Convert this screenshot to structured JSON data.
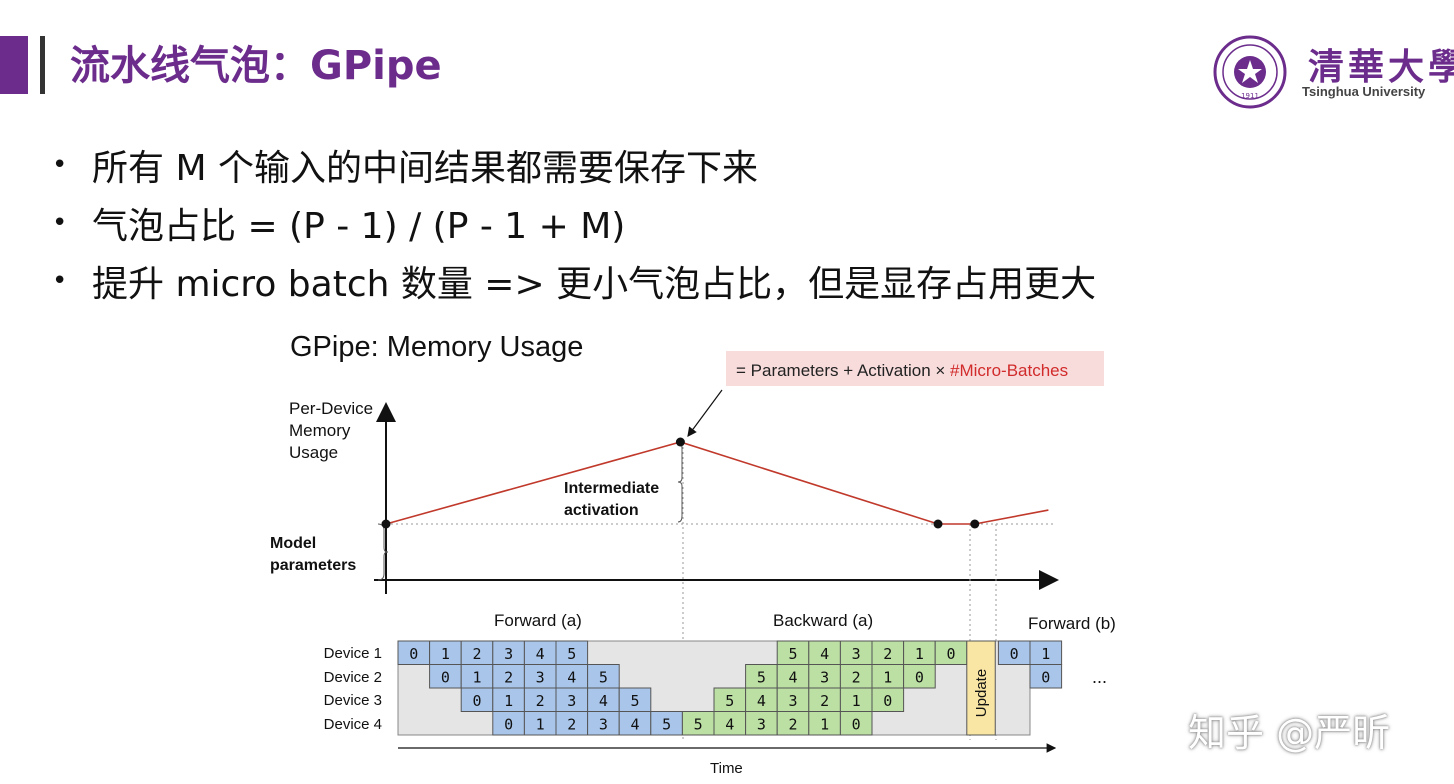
{
  "slide": {
    "title": "流水线气泡：GPipe",
    "bullets": [
      "所有 M 个输入的中间结果都需要保存下来",
      "气泡占比 = (P - 1) / (P - 1 + M)",
      "提升 micro batch 数量 => 更小气泡占比，但是显存占用更大"
    ],
    "watermark": "知乎 @严昕"
  },
  "logo": {
    "name_cn": "清華大學",
    "name_en": "Tsinghua University",
    "seal_text": "1911"
  },
  "figure": {
    "title": "GPipe: Memory Usage",
    "formula_prefix": "= Parameters + Activation × ",
    "formula_highlight": "#Micro-Batches",
    "ylabel_lines": [
      "Per-Device",
      "Memory",
      "Usage"
    ],
    "xlabel": "Time",
    "annot_model_params": [
      "Model",
      "parameters"
    ],
    "annot_activation": [
      "Intermediate",
      "activation"
    ],
    "phase_labels": [
      "Forward (a)",
      "Backward (a)",
      "Forward (b)"
    ],
    "device_labels": [
      "Device 1",
      "Device 2",
      "Device 3",
      "Device 4"
    ],
    "update_label": "Update",
    "ellipsis": "..."
  },
  "chart_data": {
    "type": "line",
    "title": "GPipe: Memory Usage",
    "ylabel": "Per-Device Memory Usage",
    "xlabel": "Time",
    "series": [
      {
        "points": [
          [
            0,
            0
          ],
          [
            8,
            1
          ],
          [
            15,
            0
          ],
          [
            16,
            0
          ],
          [
            18,
            0.17
          ]
        ]
      }
    ],
    "schedule": {
      "colors": {
        "forward": "#a9c6ea",
        "backward": "#bcdfa4",
        "update": "#f9e6a4",
        "idle": "#e5e5e5"
      },
      "rows": [
        {
          "forward": [
            "0",
            "1",
            "2",
            "3",
            "4",
            "5"
          ],
          "backward": [
            "5",
            "4",
            "3",
            "2",
            "1",
            "0"
          ],
          "next_forward": [
            "0",
            "1"
          ]
        },
        {
          "forward": [
            "0",
            "1",
            "2",
            "3",
            "4",
            "5"
          ],
          "backward": [
            "5",
            "4",
            "3",
            "2",
            "1",
            "0"
          ],
          "next_forward": [
            "0"
          ]
        },
        {
          "forward": [
            "0",
            "1",
            "2",
            "3",
            "4",
            "5"
          ],
          "backward": [
            "5",
            "4",
            "3",
            "2",
            "1",
            "0"
          ],
          "next_forward": []
        },
        {
          "forward": [
            "0",
            "1",
            "2",
            "3",
            "4",
            "5"
          ],
          "backward": [
            "5",
            "4",
            "3",
            "2",
            "1",
            "0"
          ],
          "next_forward": []
        }
      ]
    }
  },
  "colors": {
    "title": "#6b2c8c",
    "curve": "#c0392b",
    "formula_highlight": "#d12b2b",
    "formula_bg": "#f8dcdc",
    "forward_cell": "#a9c6ea",
    "backward_cell": "#bcdfa4",
    "update_cell": "#f9e6a4",
    "idle_cell": "#e5e5e5"
  }
}
